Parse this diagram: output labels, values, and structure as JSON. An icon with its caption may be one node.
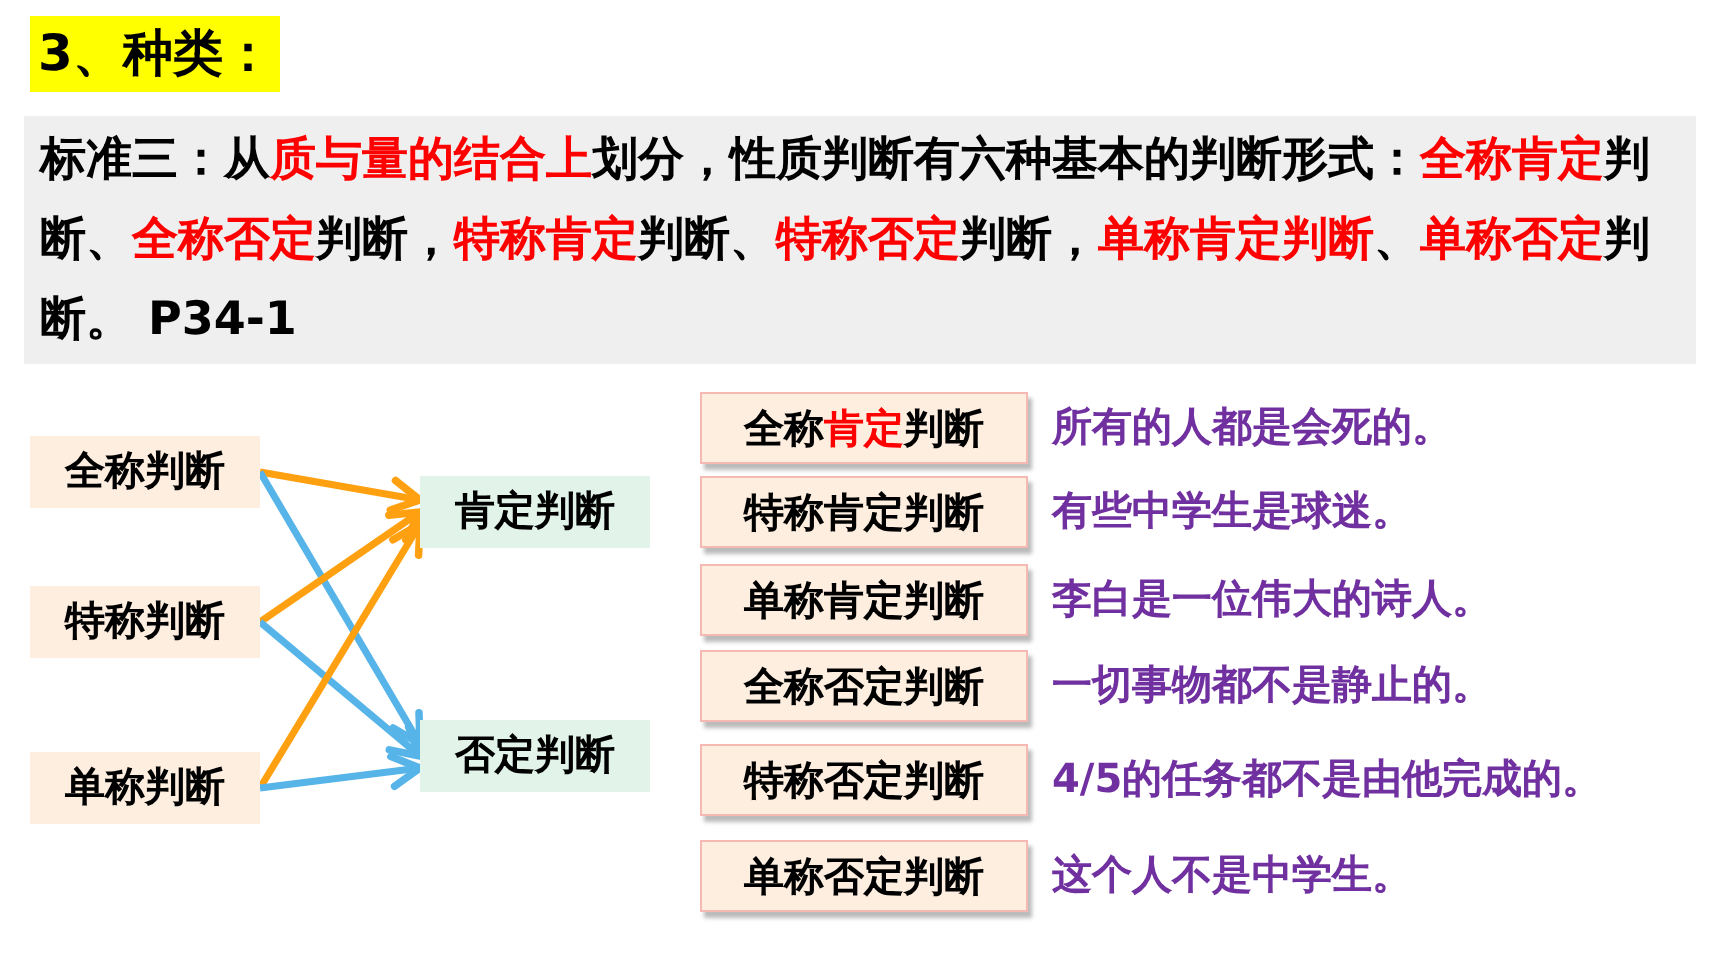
{
  "diagram": {
    "title": "3、种类：",
    "nodes": [
      {
        "text": [
          "全称判断"
        ]
      },
      {
        "text": [
          "特称判断"
        ]
      },
      {
        "text": [
          "单称判断"
        ]
      },
      {
        "text": [
          "肯定判断"
        ]
      },
      {
        "text": [
          "否定判断"
        ]
      },
      {
        "text": [
          "全称**肯定**判断"
        ],
        "beside": [
          "所有的人都是会死的。"
        ]
      },
      {
        "text": [
          "特称肯定判断"
        ],
        "beside": [
          "有些中学生是球迷。"
        ]
      },
      {
        "text": [
          "单称肯定判断"
        ],
        "beside": [
          "李白是一位伟大的诗人。"
        ]
      },
      {
        "text": [
          "全称否定判断"
        ],
        "beside": [
          "一切事物都不是静止的。"
        ]
      },
      {
        "text": [
          "特称否定判断"
        ],
        "beside": [
          "4/5的任务都不是由他完成的。"
        ]
      },
      {
        "text": [
          "单称否定判断"
        ],
        "beside": [
          "这个人不是中学生。"
        ]
      }
    ],
    "edges": [
      {
        "from": 0,
        "to": 3,
        "arrow": "to",
        "color": "#ffa010"
      },
      {
        "from": 0,
        "to": 4,
        "arrow": "to",
        "color": "#56b4e9"
      },
      {
        "from": 1,
        "to": 3,
        "arrow": "to",
        "color": "#ffa010"
      },
      {
        "from": 1,
        "to": 4,
        "arrow": "to",
        "color": "#56b4e9"
      },
      {
        "from": 2,
        "to": 3,
        "arrow": "to",
        "color": "#ffa010"
      },
      {
        "from": 2,
        "to": 4,
        "arrow": "to",
        "color": "#56b4e9"
      }
    ],
    "labels": [
      "标准三：从**质与量的结合上**划分，性质判断有六种基本的判断形式：**全称肯定**判断、**全称否定**判断，**特称肯定**判断、**特称否定**判断，**单称肯定判断**、**单称否定**判断。 P34-1"
    ]
  }
}
